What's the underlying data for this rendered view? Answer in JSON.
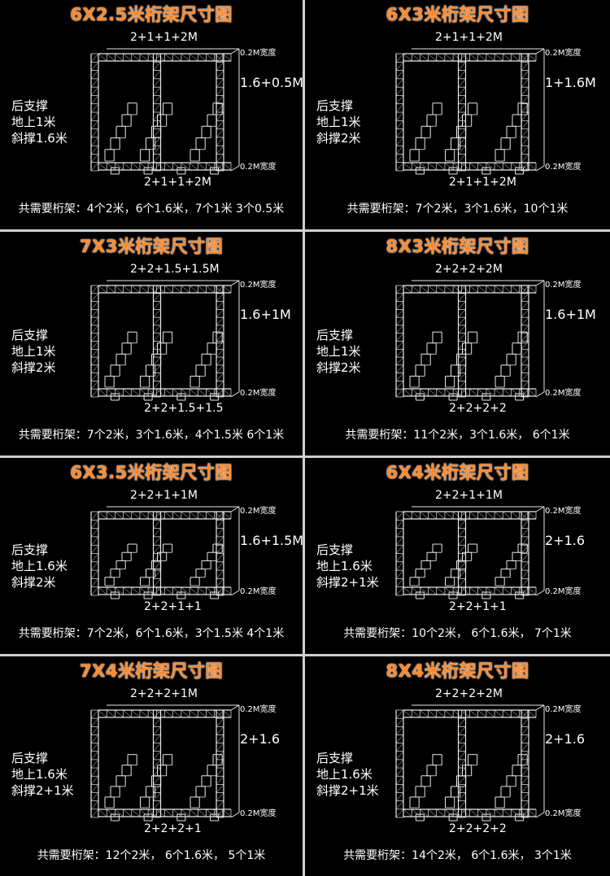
{
  "panels": [
    {
      "title": "6X2.5米桁架尺寸图",
      "top_label": "2+1+1+2M",
      "bottom_label": "2+1+1+2M",
      "width_top": "0.2M宽度",
      "width_bottom": "0.2M宽度",
      "height_label": "1.6+0.5M",
      "support": [
        "后支撑",
        "地上1米",
        "斜撑1.6米"
      ],
      "requirement": "共需要桁架：4个2米，6个1.6米，7个1米 3个0.5米"
    },
    {
      "title": "6X3米桁架尺寸图",
      "top_label": "2+1+1+2M",
      "bottom_label": "2+1+1+2M",
      "width_top": "0.2M宽度",
      "width_bottom": "0.2M宽度",
      "height_label": "1+1.6M",
      "support": [
        "后支撑",
        "地上1米",
        "斜撑2米"
      ],
      "requirement": "共需要桁架：7个2米，3个1.6米，10个1米"
    },
    {
      "title": "7X3米桁架尺寸图",
      "top_label": "2+2+1.5+1.5M",
      "bottom_label": "2+2+1.5+1.5",
      "width_top": "0.2M宽度",
      "width_bottom": "0.2M宽度",
      "height_label": "1.6+1M",
      "support": [
        "后支撑",
        "地上1米",
        "斜撑2米"
      ],
      "requirement": "共需要桁架：7个2米，3个1.6米，4个1.5米  6个1米"
    },
    {
      "title": "8X3米桁架尺寸图",
      "top_label": "2+2+2+2M",
      "bottom_label": "2+2+2+2",
      "width_top": "0.2M宽度",
      "width_bottom": "0.2M宽度",
      "height_label": "1.6+1M",
      "support": [
        "后支撑",
        "地上1米",
        "斜撑2米"
      ],
      "requirement": "共需要桁架：11个2米，3个1.6米，  6个1米"
    },
    {
      "title": "6X3.5米桁架尺寸图",
      "top_label": "2+2+1+1M",
      "bottom_label": "2+2+1+1",
      "width_top": "0.2M宽度",
      "width_bottom": "0.2M宽度",
      "height_label": "1.6+1.5M",
      "support": [
        "后支撑",
        "地上1.6米",
        "斜撑2米"
      ],
      "requirement": "共需要桁架：7个2米，6个1.6米，3个1.5米  4个1米"
    },
    {
      "title": "6X4米桁架尺寸图",
      "top_label": "2+2+1+1M",
      "bottom_label": "2+2+1+1",
      "width_top": "0.2M宽度",
      "width_bottom": "0.2M宽度",
      "height_label": "2+1.6",
      "support": [
        "后支撑",
        "地上1.6米",
        "斜撑2+1米"
      ],
      "requirement": "共需要桁架：10个2米，  6个1.6米，  7个1米"
    },
    {
      "title": "7X4米桁架尺寸图",
      "top_label": "2+2+2+1M",
      "bottom_label": "2+2+2+1",
      "width_top": "0.2M宽度",
      "width_bottom": "0.2M宽度",
      "height_label": "2+1.6",
      "support": [
        "后支撑",
        "地上1.6米",
        "斜撑2+1米"
      ],
      "requirement": "共需要桁架：12个2米，  6个1.6米，  5个1米"
    },
    {
      "title": "8X4米桁架尺寸图",
      "top_label": "2+2+2+2M",
      "bottom_label": "2+2+2+2",
      "width_top": "0.2M宽度",
      "width_bottom": "0.2M宽度",
      "height_label": "2+1.6",
      "support": [
        "后支撑",
        "地上1.6米",
        "斜撑2+1米"
      ],
      "requirement": "共需要桁架：14个2米，  6个1.6米，  3个1米"
    }
  ]
}
